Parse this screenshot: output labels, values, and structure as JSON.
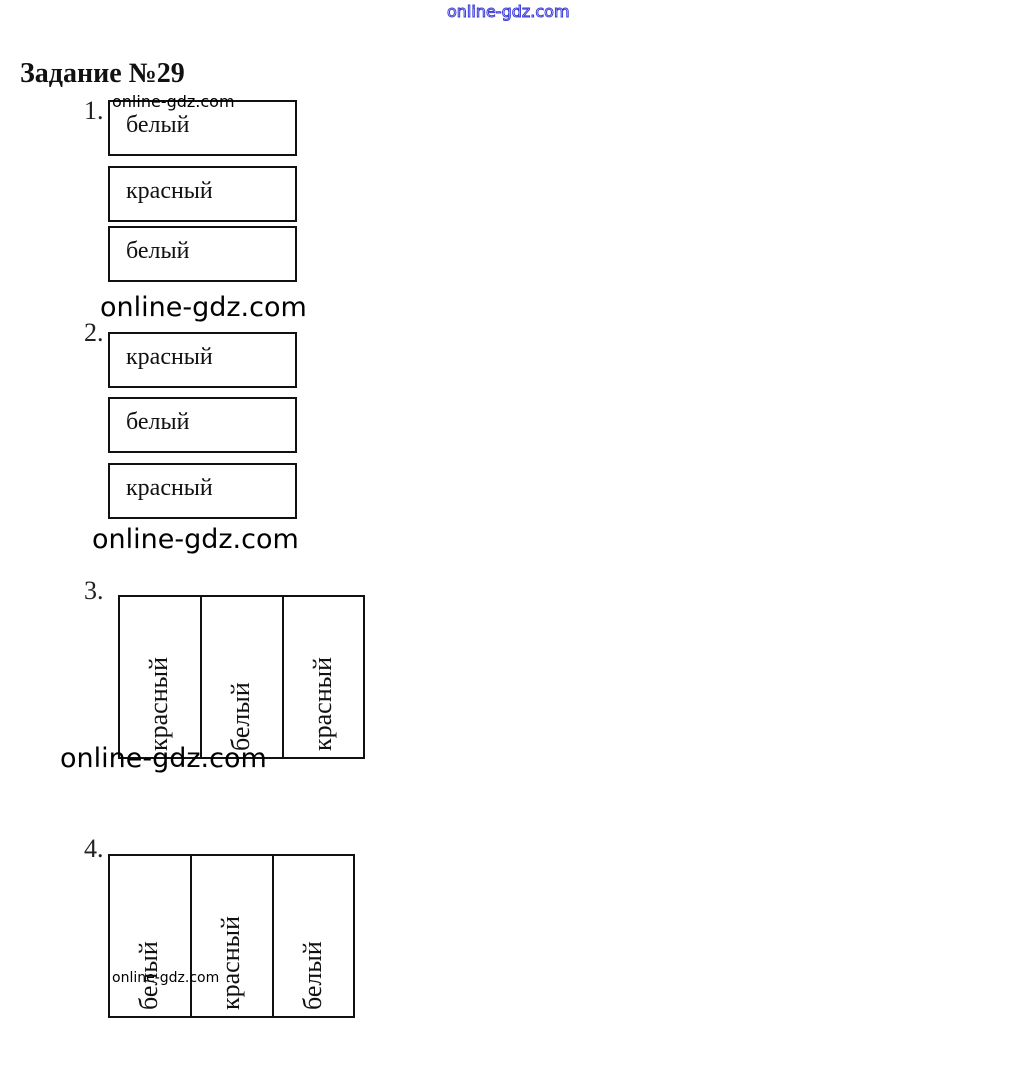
{
  "watermark": "online-gdz.com",
  "title": "Задание №29",
  "items": [
    {
      "number": "1.",
      "stripes": [
        "белый",
        "красный",
        "белый"
      ]
    },
    {
      "number": "2.",
      "stripes": [
        "красный",
        "белый",
        "красный"
      ]
    },
    {
      "number": "3.",
      "stripes": [
        "красный",
        "белый",
        "красный"
      ]
    },
    {
      "number": "4.",
      "stripes": [
        "белый",
        "красный",
        "белый"
      ]
    }
  ]
}
